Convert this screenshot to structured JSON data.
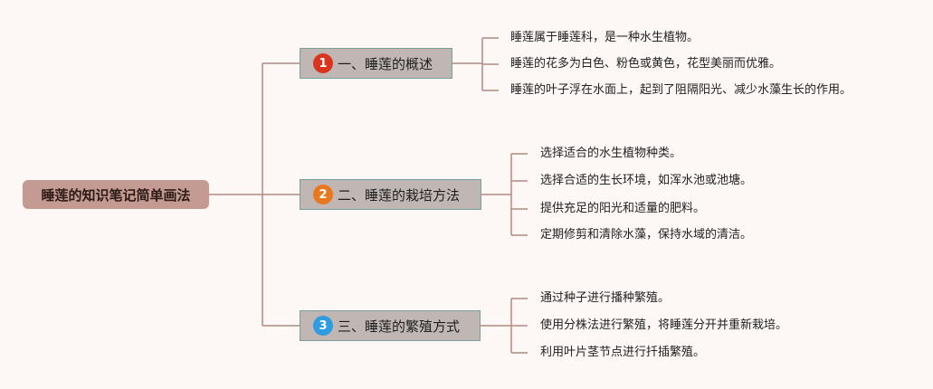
{
  "root": {
    "label": "睡莲的知识笔记简单画法"
  },
  "branches": [
    {
      "number": "1",
      "badge_color": "#d9351e",
      "label": "一、睡莲的概述",
      "leaves": [
        "睡莲属于睡莲科，是一种水生植物。",
        "睡莲的花多为白色、粉色或黄色，花型美丽而优雅。",
        "睡莲的叶子浮在水面上，起到了阻隔阳光、减少水藻生长的作用。"
      ]
    },
    {
      "number": "2",
      "badge_color": "#e8781e",
      "label": "二、睡莲的栽培方法",
      "leaves": [
        "选择适合的水生植物种类。",
        "选择合适的生长环境，如浑水池或池塘。",
        "提供充足的阳光和适量的肥料。",
        "定期修剪和清除水藻，保持水域的清洁。"
      ]
    },
    {
      "number": "3",
      "badge_color": "#2f9be0",
      "label": "三、睡莲的繁殖方式",
      "leaves": [
        "通过种子进行播种繁殖。",
        "使用分株法进行繁殖，将睡莲分开并重新栽培。",
        "利用叶片茎节点进行扦插繁殖。"
      ]
    }
  ],
  "colors": {
    "background": "#fdf7f6",
    "root_fill": "#c49b92",
    "branch_fill": "#c0b7b4",
    "branch_border": "#7a9e9a",
    "connector": "#b08a82"
  }
}
